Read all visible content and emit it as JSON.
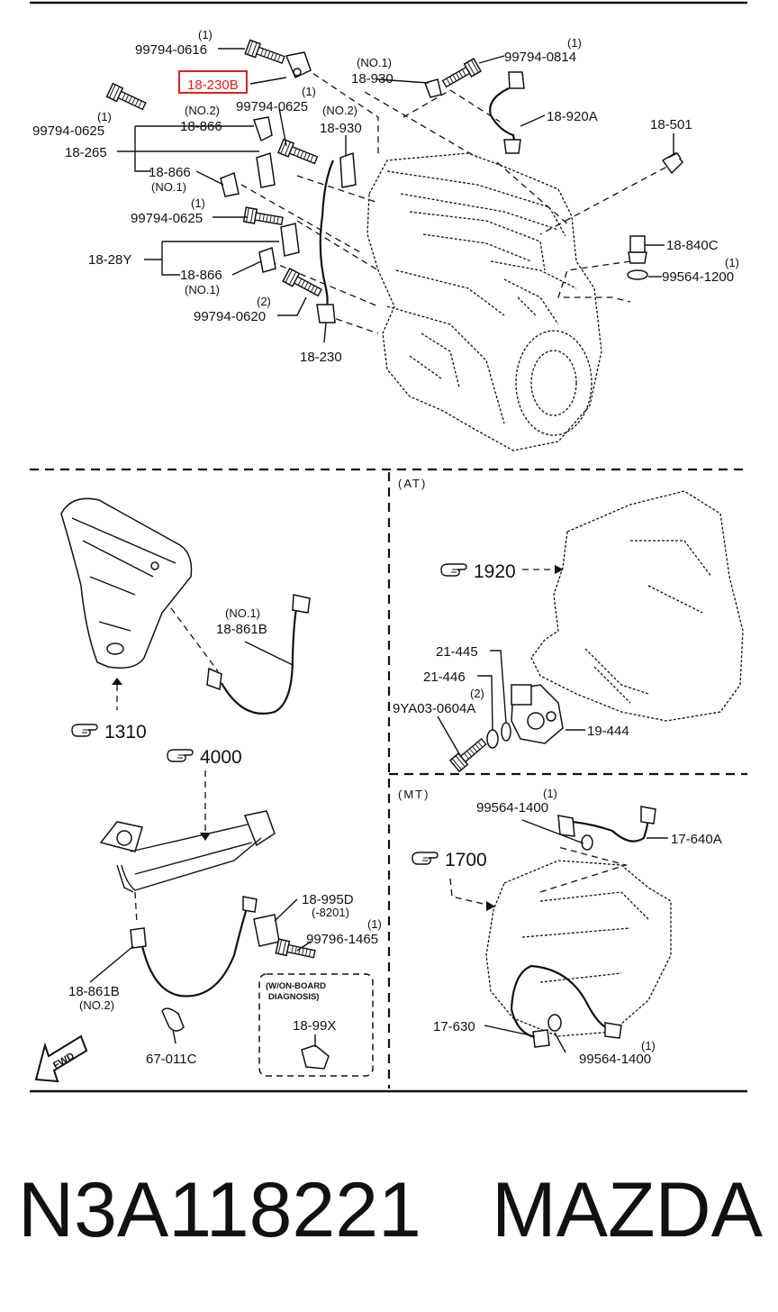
{
  "diagram": {
    "labels": {
      "p99794_0616": "99794-0616",
      "q99794_0616": "(1)",
      "p18_230B": "18-230B",
      "p18_930_no1": "18-930",
      "n18_930_no1": "(NO.1)",
      "p99794_0814": "99794-0814",
      "q99794_0814": "(1)",
      "p99794_0625_a": "99794-0625",
      "q99794_0625_a": "(1)",
      "p18_866_no2": "18-866",
      "n18_866_no2": "(NO.2)",
      "p99794_0625_b": "99794-0625",
      "q99794_0625_b": "(1)",
      "p18_930_no2": "18-930",
      "n18_930_no2": "(NO.2)",
      "p18_920A": "18-920A",
      "p18_501": "18-501",
      "p18_265": "18-265",
      "p18_866_no1_a": "18-866",
      "n18_866_no1_a": "(NO.1)",
      "p99794_0625_c": "99794-0625",
      "q99794_0625_c": "(1)",
      "p18_840C": "18-840C",
      "p99564_1200": "99564-1200",
      "q99564_1200": "(1)",
      "p18_28Y": "18-28Y",
      "p18_866_no1_b": "18-866",
      "n18_866_no1_b": "(NO.1)",
      "p99794_0620": "99794-0620",
      "q99794_0620": "(2)",
      "p18_230": "18-230",
      "sec_at": "(AT)",
      "ref_1920": "1920",
      "p21_445": "21-445",
      "p21_446": "21-446",
      "p9YA03": "9YA03-0604A",
      "q9YA03": "(2)",
      "p19_444": "19-444",
      "p18_861B_no1": "18-861B",
      "n18_861B_no1": "(NO.1)",
      "ref_1310": "1310",
      "ref_4000": "4000",
      "p18_995D": "18-995D",
      "n18_995D": "(-8201)",
      "p99796_1465": "99796-1465",
      "q99796_1465": "(1)",
      "p18_861B_no2": "18-861B",
      "n18_861B_no2": "(NO.2)",
      "obd_1": "(W/ON-BOARD",
      "obd_2": "DIAGNOSIS)",
      "p18_99X": "18-99X",
      "p67_011C": "67-011C",
      "sec_mt": "(MT)",
      "p99564_1400_a": "99564-1400",
      "q99564_1400_a": "(1)",
      "p17_640A": "17-640A",
      "ref_1700": "1700",
      "p17_630": "17-630",
      "p99564_1400_b": "99564-1400",
      "q99564_1400_b": "(1)",
      "fwd": "FWD"
    },
    "highlight_color": "#e02020"
  },
  "caption": {
    "part_number": "N3A118221",
    "brand": "MAZDA"
  }
}
